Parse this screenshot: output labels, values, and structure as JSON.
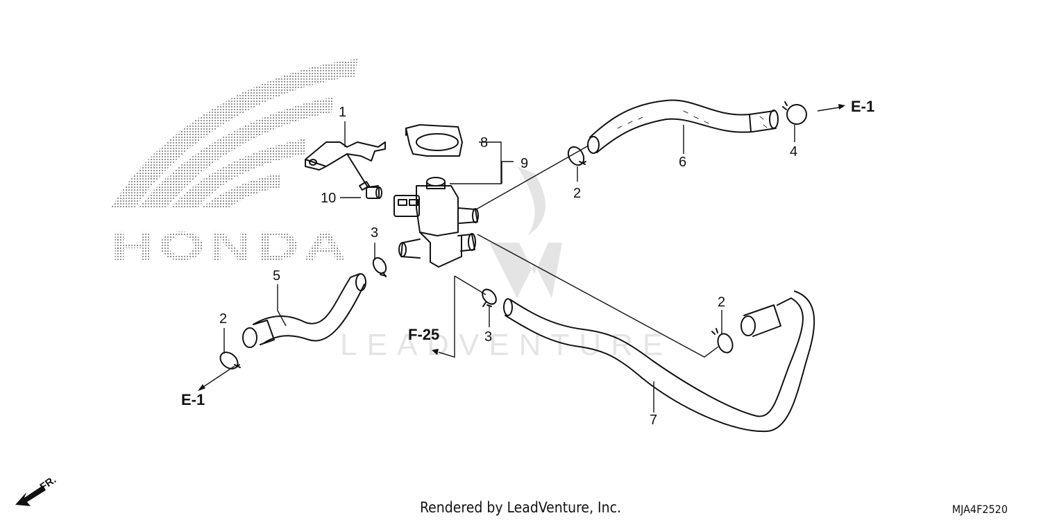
{
  "diagram": {
    "callouts": {
      "c1": "1",
      "c2a": "2",
      "c2b": "2",
      "c2c": "2",
      "c3a": "3",
      "c3b": "3",
      "c4": "4",
      "c5": "5",
      "c6": "6",
      "c7": "7",
      "c8": "8",
      "c9": "9",
      "c10": "10"
    },
    "refs": {
      "e1_top": "E-1",
      "e1_bottom": "E-1",
      "f25": "F-25"
    },
    "front_indicator": "FR.",
    "brand_logo": "HONDA",
    "watermark": "LEADVENTURE"
  },
  "footer": {
    "credit": "Rendered by LeadVenture, Inc.",
    "code": "MJA4F2520"
  }
}
